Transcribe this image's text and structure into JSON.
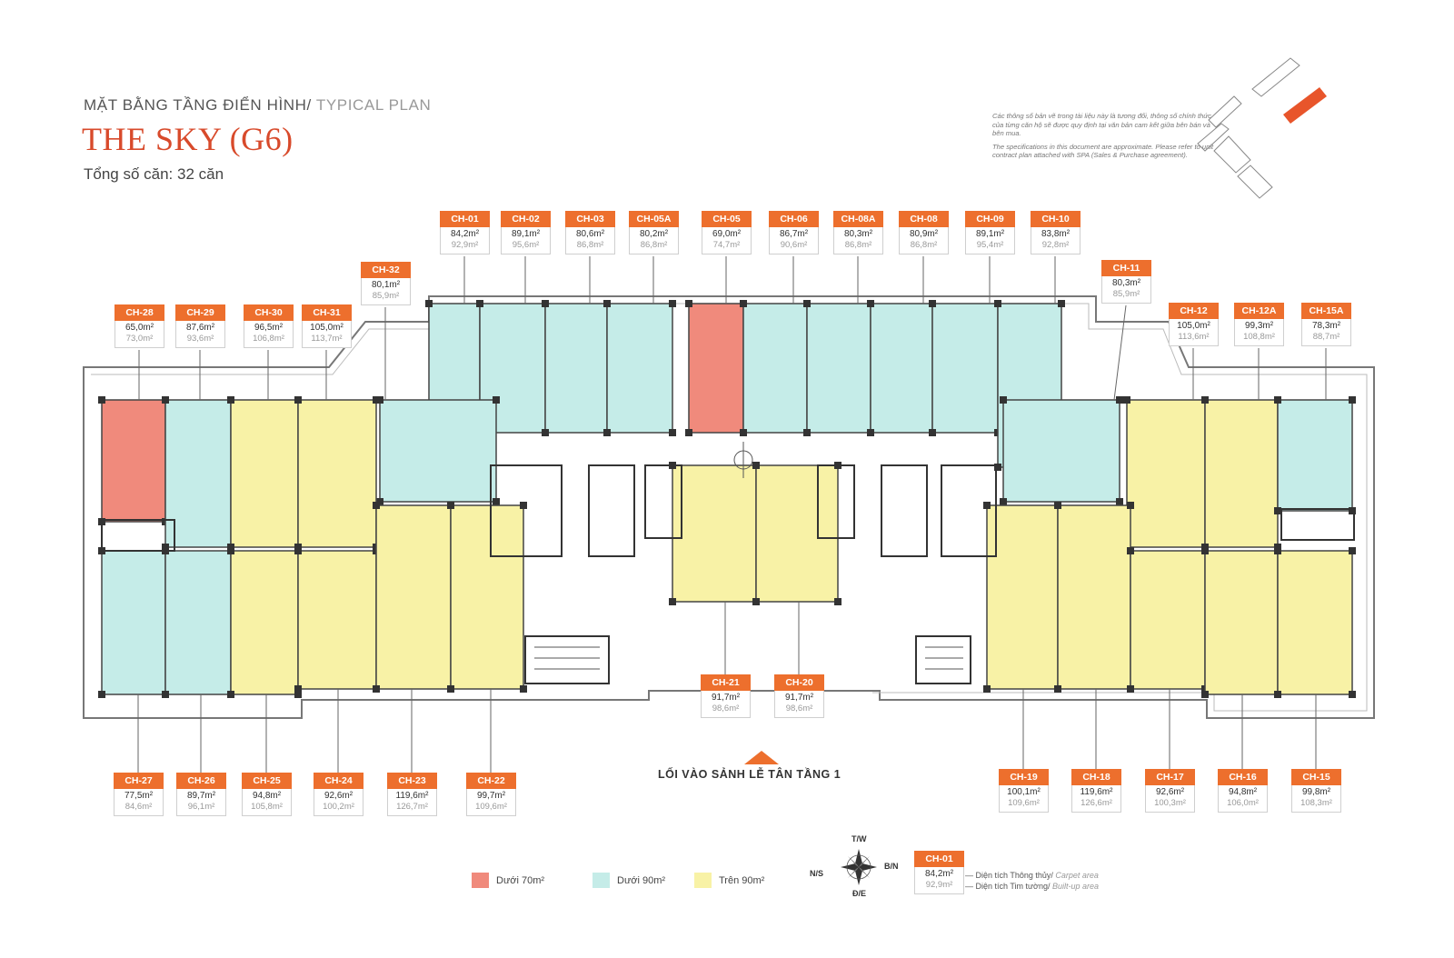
{
  "header": {
    "plan_label_vi": "MẶT BẰNG TẦNG ĐIỂN HÌNH/",
    "plan_label_en": " TYPICAL PLAN",
    "title": "THE SKY (G6)",
    "total_units": "Tổng số căn: 32 căn"
  },
  "disclaimer": {
    "vi": "Các thông số bản vẽ trong tài liệu này là tương đối, thông số chính thức của từng căn hộ sẽ được quy định tại văn bản cam kết giữa bên bán và bên mua.",
    "en": "The specifications in this document are approximate. Please refer to unit contract plan attached with SPA (Sales & Purchase agreement)."
  },
  "units": [
    {
      "id": "CH-01",
      "carpet": "84,2m²",
      "builtup": "92,9m²",
      "category": "under90"
    },
    {
      "id": "CH-02",
      "carpet": "89,1m²",
      "builtup": "95,6m²",
      "category": "under90"
    },
    {
      "id": "CH-03",
      "carpet": "80,6m²",
      "builtup": "86,8m²",
      "category": "under90"
    },
    {
      "id": "CH-05A",
      "carpet": "80,2m²",
      "builtup": "86,8m²",
      "category": "under90"
    },
    {
      "id": "CH-05",
      "carpet": "69,0m²",
      "builtup": "74,7m²",
      "category": "under70"
    },
    {
      "id": "CH-06",
      "carpet": "86,7m²",
      "builtup": "90,6m²",
      "category": "under90"
    },
    {
      "id": "CH-08A",
      "carpet": "80,3m²",
      "builtup": "86,8m²",
      "category": "under90"
    },
    {
      "id": "CH-08",
      "carpet": "80,9m²",
      "builtup": "86,8m²",
      "category": "under90"
    },
    {
      "id": "CH-09",
      "carpet": "89,1m²",
      "builtup": "95,4m²",
      "category": "under90"
    },
    {
      "id": "CH-10",
      "carpet": "83,8m²",
      "builtup": "92,8m²",
      "category": "under90"
    },
    {
      "id": "CH-32",
      "carpet": "80,1m²",
      "builtup": "85,9m²",
      "category": "under90"
    },
    {
      "id": "CH-11",
      "carpet": "80,3m²",
      "builtup": "85,9m²",
      "category": "under90"
    },
    {
      "id": "CH-28",
      "carpet": "65,0m²",
      "builtup": "73,0m²",
      "category": "under70"
    },
    {
      "id": "CH-29",
      "carpet": "87,6m²",
      "builtup": "93,6m²",
      "category": "under90"
    },
    {
      "id": "CH-30",
      "carpet": "96,5m²",
      "builtup": "106,8m²",
      "category": "over90"
    },
    {
      "id": "CH-31",
      "carpet": "105,0m²",
      "builtup": "113,7m²",
      "category": "over90"
    },
    {
      "id": "CH-12",
      "carpet": "105,0m²",
      "builtup": "113,6m²",
      "category": "over90"
    },
    {
      "id": "CH-12A",
      "carpet": "99,3m²",
      "builtup": "108,8m²",
      "category": "over90"
    },
    {
      "id": "CH-15A",
      "carpet": "78,3m²",
      "builtup": "88,7m²",
      "category": "under90"
    },
    {
      "id": "CH-21",
      "carpet": "91,7m²",
      "builtup": "98,6m²",
      "category": "over90"
    },
    {
      "id": "CH-20",
      "carpet": "91,7m²",
      "builtup": "98,6m²",
      "category": "over90"
    },
    {
      "id": "CH-27",
      "carpet": "77,5m²",
      "builtup": "84,6m²",
      "category": "under90"
    },
    {
      "id": "CH-26",
      "carpet": "89,7m²",
      "builtup": "96,1m²",
      "category": "under90"
    },
    {
      "id": "CH-25",
      "carpet": "94,8m²",
      "builtup": "105,8m²",
      "category": "over90"
    },
    {
      "id": "CH-24",
      "carpet": "92,6m²",
      "builtup": "100,2m²",
      "category": "over90"
    },
    {
      "id": "CH-23",
      "carpet": "119,6m²",
      "builtup": "126,7m²",
      "category": "over90"
    },
    {
      "id": "CH-22",
      "carpet": "99,7m²",
      "builtup": "109,6m²",
      "category": "over90"
    },
    {
      "id": "CH-19",
      "carpet": "100,1m²",
      "builtup": "109,6m²",
      "category": "over90"
    },
    {
      "id": "CH-18",
      "carpet": "119,6m²",
      "builtup": "126,6m²",
      "category": "over90"
    },
    {
      "id": "CH-17",
      "carpet": "92,6m²",
      "builtup": "100,3m²",
      "category": "over90"
    },
    {
      "id": "CH-16",
      "carpet": "94,8m²",
      "builtup": "106,0m²",
      "category": "over90"
    },
    {
      "id": "CH-15",
      "carpet": "99,8m²",
      "builtup": "108,3m²",
      "category": "over90"
    }
  ],
  "entrance_label": "LỐI VÀO SẢNH LỄ TÂN TẦNG 1",
  "legend": [
    {
      "label": "Dưới 70m²",
      "color": "#f08a7c"
    },
    {
      "label": "Dưới 90m²",
      "color": "#c5ece8"
    },
    {
      "label": "Trên 90m²",
      "color": "#f8f2a6"
    }
  ],
  "compass": {
    "north": "T/W",
    "east": "B/N",
    "south": "Đ/E",
    "west": "N/S"
  },
  "key": {
    "id": "CH-01",
    "carpet": "84,2m²",
    "builtup": "92,9m²",
    "carpet_label": "Diện tích Thông thủy/",
    "carpet_label_en": " Carpet area",
    "builtup_label": "Diện tích Tim tường/",
    "builtup_label_en": " Built-up area"
  },
  "colors": {
    "accent": "#ed6f2d",
    "title": "#d84a2b",
    "under70": "#f08a7c",
    "under90": "#c5ece8",
    "over90": "#f8f2a6"
  }
}
